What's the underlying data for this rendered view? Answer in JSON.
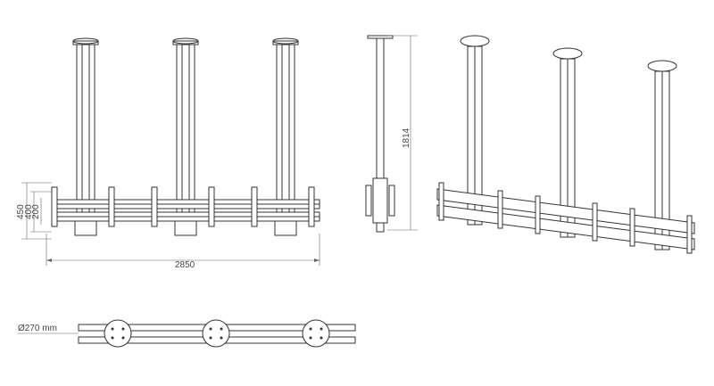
{
  "dimensions": {
    "width_label": "2850",
    "height_label": "1814",
    "vertical_labels": [
      "450",
      "400",
      "200"
    ],
    "diameter_label": "Ø270 mm"
  },
  "views": [
    "front-view",
    "side-view",
    "perspective-view",
    "top-view"
  ],
  "colors": {
    "line": "#333333",
    "dimension": "#666666",
    "background": "#ffffff"
  }
}
